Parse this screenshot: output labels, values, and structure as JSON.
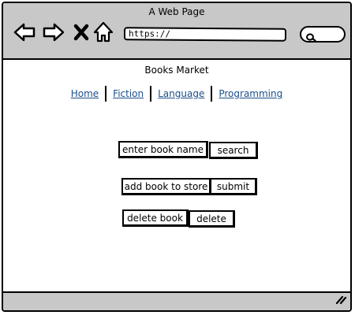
{
  "window": {
    "title": "A Web Page"
  },
  "browser": {
    "address_value": "https://",
    "icons": [
      "back-arrow-icon",
      "forward-arrow-icon",
      "close-x-icon",
      "home-icon",
      "search-icon",
      "resize-grip-icon"
    ]
  },
  "page": {
    "title": "Books Market",
    "nav": [
      {
        "label": "Home"
      },
      {
        "label": "Fiction"
      },
      {
        "label": "Language"
      },
      {
        "label": "Programming"
      }
    ],
    "link_color": "#1a4f8b"
  },
  "forms": {
    "search": {
      "placeholder": "enter book name",
      "button_label": "search"
    },
    "add": {
      "placeholder": "add book to store",
      "button_label": "submit"
    },
    "delete": {
      "placeholder": "delete book",
      "button_label": "delete"
    }
  },
  "colors": {
    "chrome_bg": "#c8c8c8",
    "border": "#000000"
  }
}
